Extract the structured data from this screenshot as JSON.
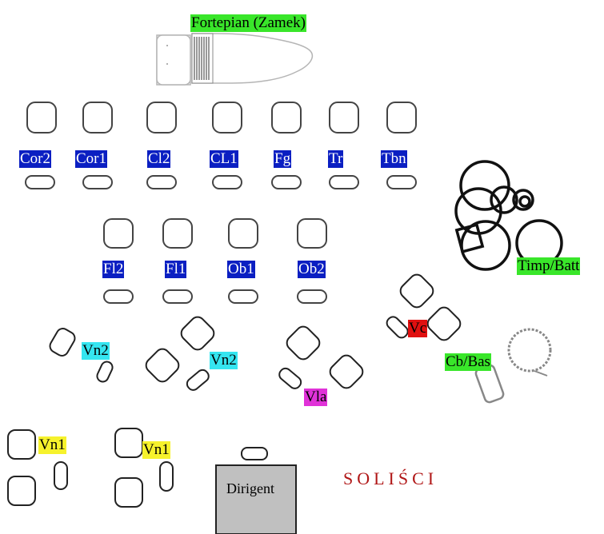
{
  "labels": {
    "piano": "Fortepian (Zamek)",
    "cor2": "Cor2",
    "cor1": "Cor1",
    "cl2": "Cl2",
    "cl1": "CL1",
    "fg": "Fg",
    "tr": "Tr",
    "tbn": "Tbn",
    "fl2": "Fl2",
    "fl1": "Fl1",
    "ob1": "Ob1",
    "ob2": "Ob2",
    "timp": "Timp/Batt",
    "vc": "Vc",
    "cb": "Cb/Bas",
    "vn2_a": "Vn2",
    "vn2_b": "Vn2",
    "vla": "Vla",
    "vn1_a": "Vn1",
    "vn1_b": "Vn1",
    "conductor": "Dirigent",
    "soloists": "SOLIŚCI"
  },
  "colors": {
    "winds_label": "#0b1fc2",
    "piano_label": "#39e62a",
    "timp_label": "#39e62a",
    "cb_label": "#39e62a",
    "vn2_label": "#35e5f0",
    "vla_label": "#e032d8",
    "vc_label": "#e01010",
    "vn1_label": "#f6f22c",
    "conductor_podium": "#c0c0c0",
    "soloists_text": "#b01616"
  }
}
